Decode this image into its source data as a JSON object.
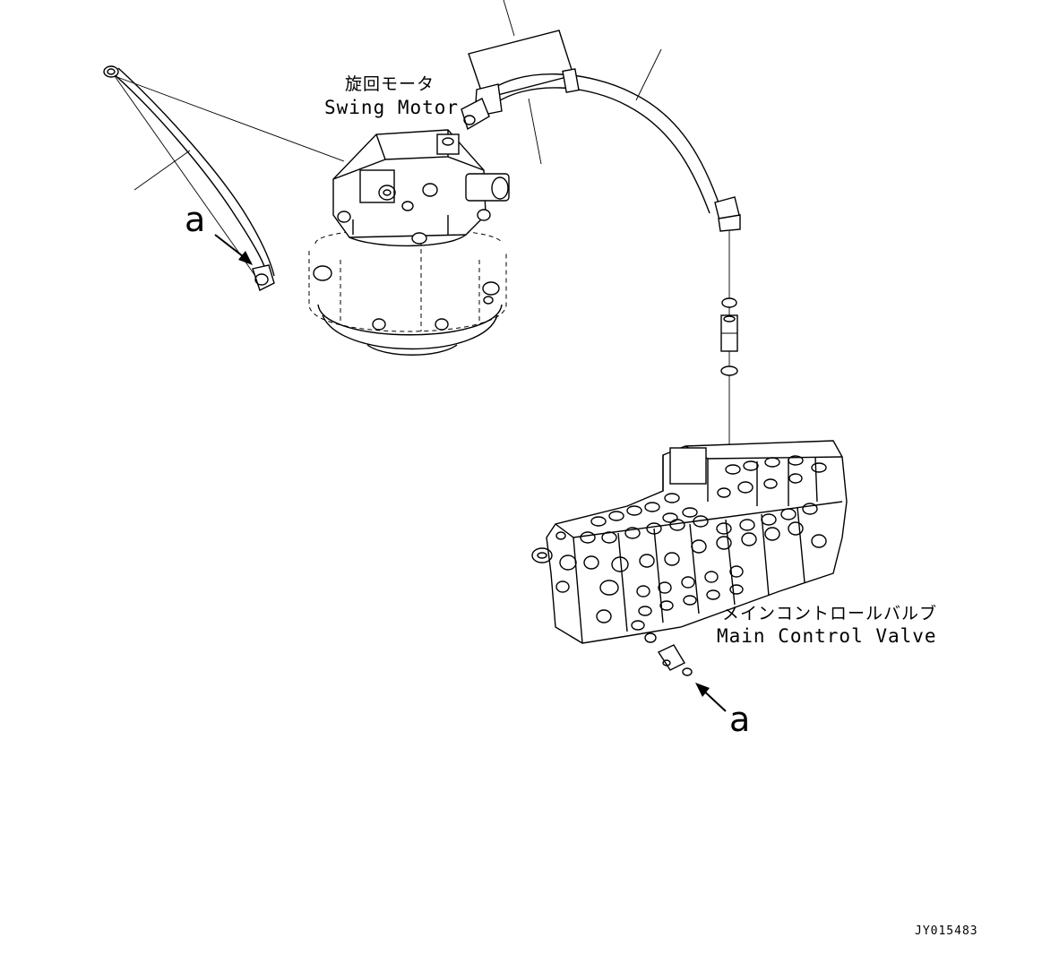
{
  "labels": {
    "swing_motor_jp": "旋回モータ",
    "swing_motor_en": "Swing Motor",
    "main_control_valve_jp": "メインコントロールバルブ",
    "main_control_valve_en": "Main Control Valve",
    "callout_a_left": "a",
    "callout_a_right": "a",
    "drawing_id": "JY015483"
  }
}
